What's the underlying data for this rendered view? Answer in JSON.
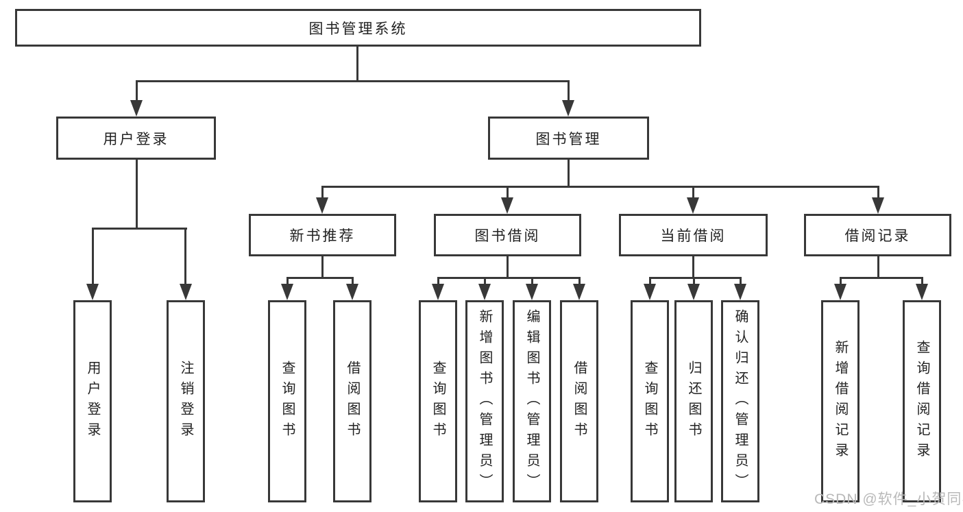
{
  "tree": {
    "label": "图书管理系统",
    "children": [
      {
        "label": "用户登录",
        "children": [
          {
            "label": "用户登录"
          },
          {
            "label": "注销登录"
          }
        ]
      },
      {
        "label": "图书管理",
        "children": [
          {
            "label": "新书推荐",
            "children": [
              {
                "label": "查询图书"
              },
              {
                "label": "借阅图书"
              }
            ]
          },
          {
            "label": "图书借阅",
            "children": [
              {
                "label": "查询图书"
              },
              {
                "label": "新增图书（管理员）"
              },
              {
                "label": "编辑图书（管理员）"
              },
              {
                "label": "借阅图书"
              }
            ]
          },
          {
            "label": "当前借阅",
            "children": [
              {
                "label": "查询图书"
              },
              {
                "label": "归还图书"
              },
              {
                "label": "确认归还（管理员）"
              }
            ]
          },
          {
            "label": "借阅记录",
            "children": [
              {
                "label": "新增借阅记录"
              },
              {
                "label": "查询借阅记录"
              }
            ]
          }
        ]
      }
    ]
  },
  "watermark": "CSDN @软件_小贺同学",
  "colors": {
    "line": "#383838",
    "text": "#222222",
    "watermark": "#b9b9b9",
    "background": "#ffffff"
  }
}
